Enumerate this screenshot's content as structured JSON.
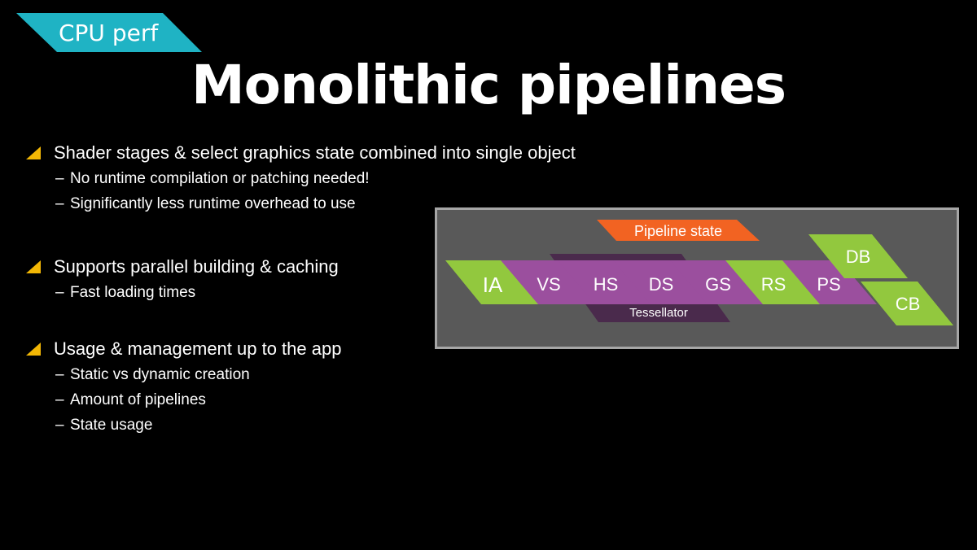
{
  "tag": {
    "label": "CPU perf",
    "color": "#1fb3c4"
  },
  "title": "Monolithic pipelines",
  "bullets": [
    {
      "text": "Shader stages & select graphics state combined into single object",
      "subs": [
        "No runtime compilation or patching needed!",
        "Significantly less runtime overhead to use"
      ]
    },
    {
      "text": "Supports parallel building & caching",
      "subs": [
        "Fast loading times"
      ]
    },
    {
      "text": "Usage & management up to the app",
      "subs": [
        "Static vs dynamic creation",
        "Amount of pipelines",
        "State usage"
      ]
    }
  ],
  "sub_dash": "–",
  "diagram": {
    "pipeline_state": "Pipeline state",
    "tessellator": "Tessellator",
    "stages": [
      "IA",
      "VS",
      "HS",
      "DS",
      "GS",
      "RS",
      "PS"
    ],
    "outputs": [
      "DB",
      "CB"
    ],
    "colors": {
      "green": "#92c83e",
      "purple": "#9b4f9e",
      "dark_purple": "#4a2a4c",
      "orange": "#f26322",
      "bullet": "#f2b705"
    }
  }
}
